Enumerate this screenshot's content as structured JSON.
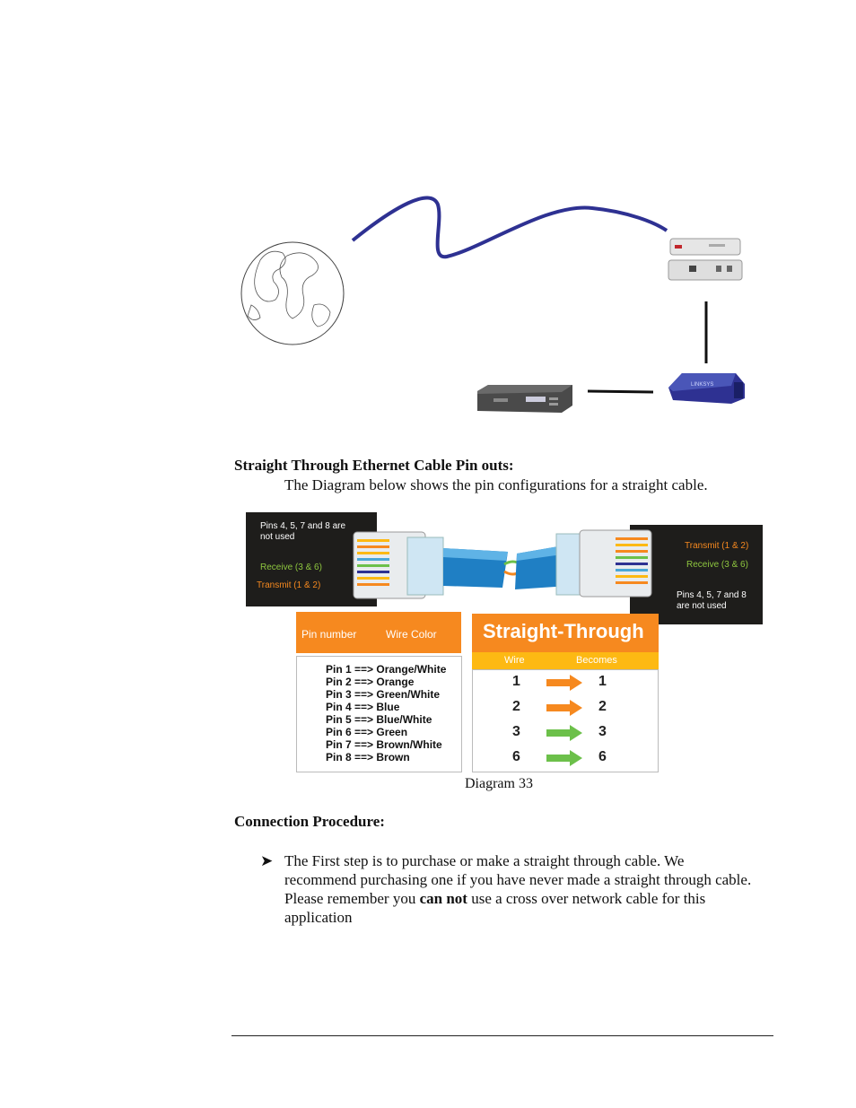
{
  "section_pinouts": {
    "heading": "Straight Through Ethernet Cable Pin outs:",
    "description": "The Diagram below shows the pin configurations for a straight cable."
  },
  "pinout_figure": {
    "left_connector": {
      "note": "Pins 4, 5, 7 and 8 are not used",
      "receive": "Receive (3 & 6)",
      "transmit": "Transmit (1 & 2)"
    },
    "right_connector": {
      "transmit": "Transmit (1 & 2)",
      "receive": "Receive (3 & 6)",
      "note": "Pins 4, 5, 7 and 8 are not used"
    },
    "pin_table": {
      "header_pin": "Pin number",
      "header_color": "Wire Color",
      "rows": [
        "Pin 1 ==> Orange/White",
        "Pin 2 ==> Orange",
        "Pin 3 ==> Green/White",
        "Pin 4 ==> Blue",
        "Pin 5 ==> Blue/White",
        "Pin 6 ==> Green",
        "Pin 7 ==> Brown/White",
        "Pin 8 ==> Brown"
      ]
    },
    "straight_through": {
      "title": "Straight-Through",
      "col_wire": "Wire",
      "col_becomes": "Becomes",
      "rows": [
        {
          "wire": "1",
          "becomes": "1",
          "arrow_color": "#f6891f"
        },
        {
          "wire": "2",
          "becomes": "2",
          "arrow_color": "#f6891f"
        },
        {
          "wire": "3",
          "becomes": "3",
          "arrow_color": "#6cc04a"
        },
        {
          "wire": "6",
          "becomes": "6",
          "arrow_color": "#6cc04a"
        }
      ]
    }
  },
  "caption": "Diagram 33",
  "section_procedure": {
    "heading": "Connection Procedure:",
    "bullet_pre": "The First step is to purchase or make a straight through cable. We recommend purchasing one if you have never made a straight through cable. Please remember you ",
    "bullet_bold": "can not",
    "bullet_post": " use a cross over network cable for this application"
  },
  "colors": {
    "cable": "#2e3192",
    "orange": "#f6891f",
    "yellow": "#fdb913",
    "green": "#6cc04a",
    "dark": "#1e1d1b"
  }
}
